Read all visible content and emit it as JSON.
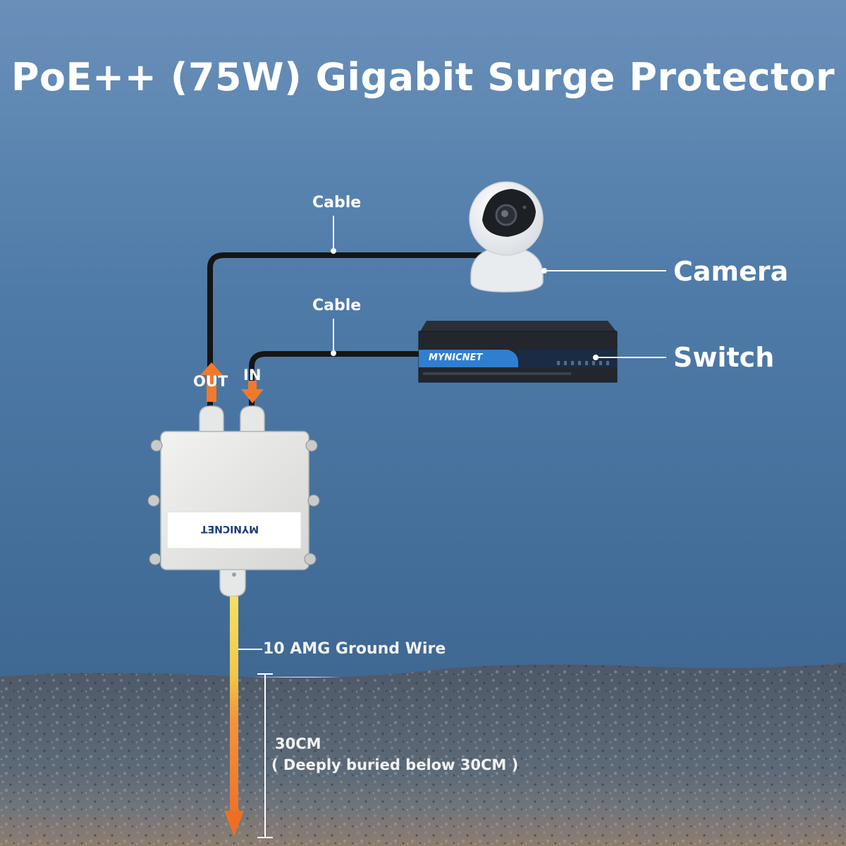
{
  "title": "PoE++ (75W) Gigabit Surge Protector",
  "labels": {
    "cable_top": "Cable",
    "cable_bottom": "Cable",
    "camera": "Camera",
    "switch": "Switch",
    "out": "OUT",
    "in": "IN",
    "ground_wire": "10 AMG Ground  Wire",
    "depth": "30CM",
    "depth_note": "( Deeply buried below 30CM )"
  },
  "brand": {
    "switch": "MYNICNET",
    "surge_box": "MYNICNET"
  },
  "colors": {
    "sky_top": "#6a90b8",
    "sky_bottom": "#3e6a97",
    "soil": "#5b6572",
    "arrow": "#f07a2a",
    "ground_wire": "#f2d64b",
    "cable": "#1a1a1a",
    "switch_accent": "#2f7fd0"
  },
  "icons": [
    "camera-icon",
    "network-switch-icon",
    "surge-protector-box-icon",
    "arrow-up-icon",
    "arrow-down-icon"
  ]
}
